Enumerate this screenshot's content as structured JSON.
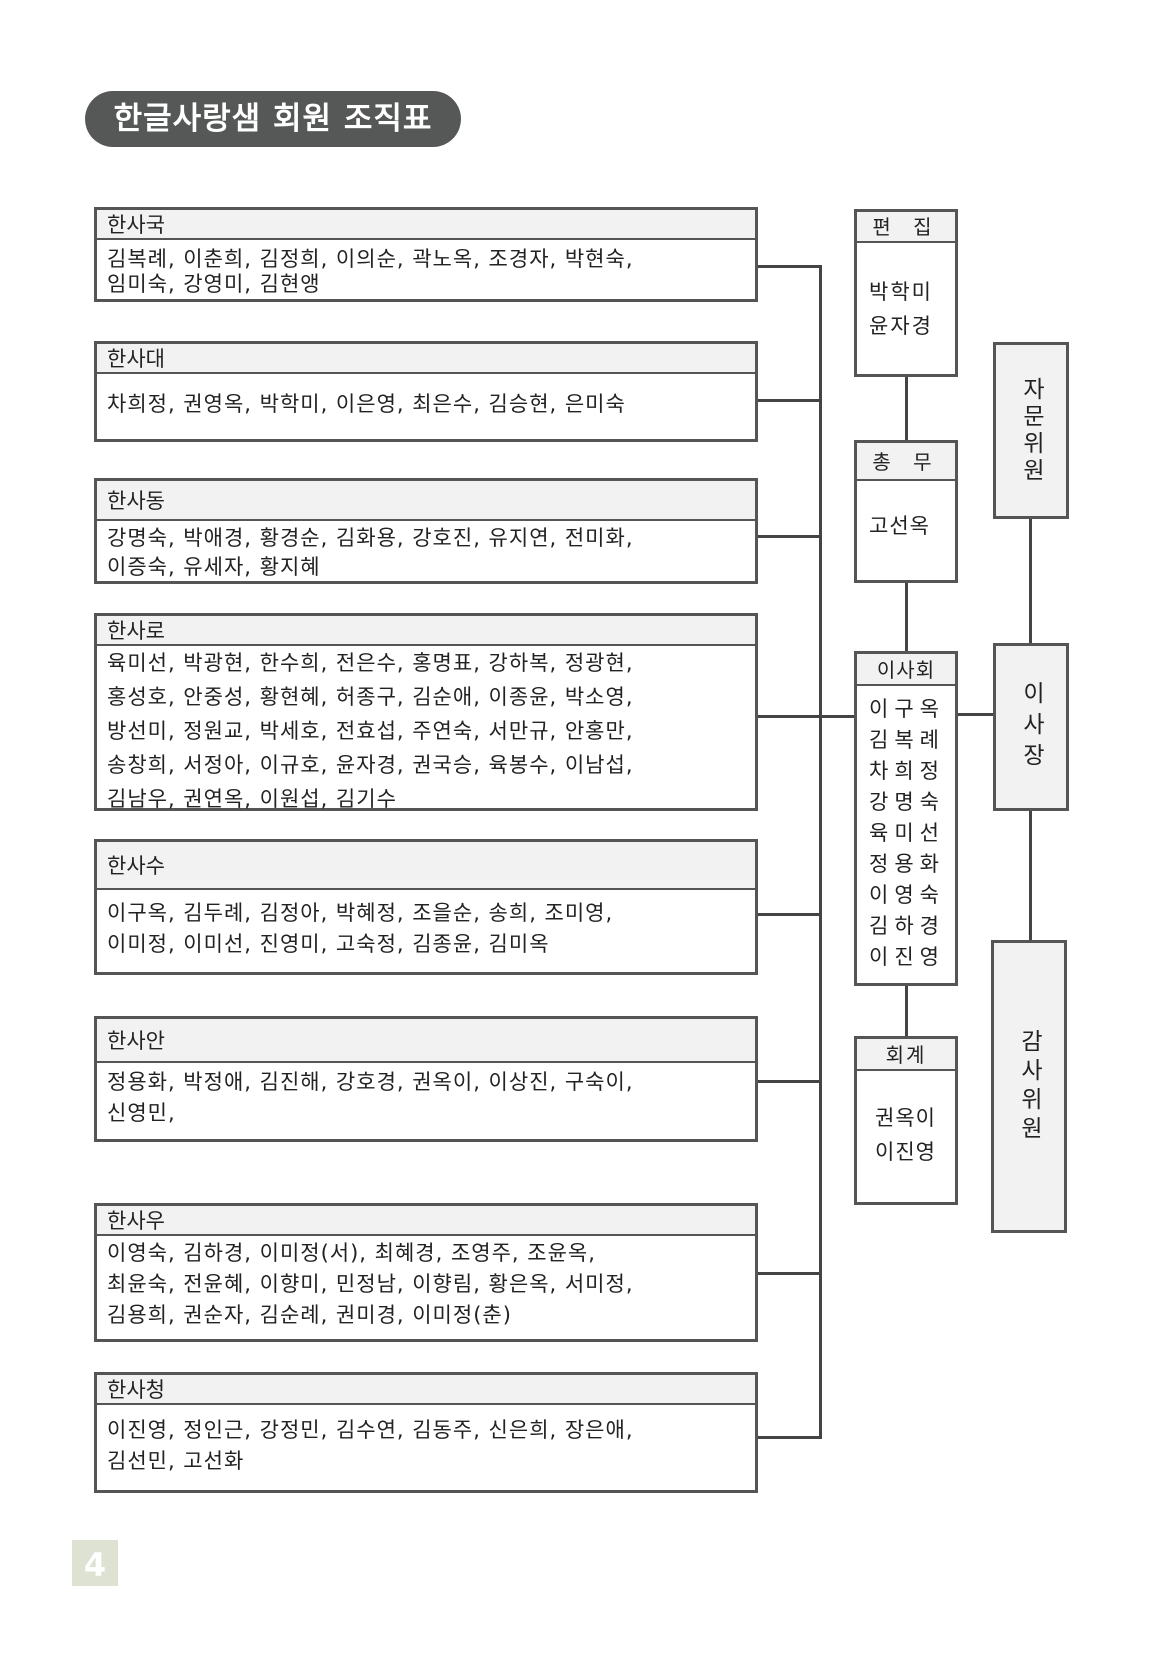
{
  "title": "한글사랑샘 회원 조직표",
  "groups": [
    {
      "name": "한사국",
      "lines": [
        "김복례, 이춘희, 김정희, 이의순, 곽노옥, 조경자, 박현숙,",
        "임미숙, 강영미, 김현앵"
      ]
    },
    {
      "name": "한사대",
      "lines": [
        "차희정, 권영옥, 박학미, 이은영,  최은수, 김승현, 은미숙"
      ]
    },
    {
      "name": "한사동",
      "lines": [
        "강명숙, 박애경, 황경순, 김화용, 강호진, 유지연, 전미화,",
        "이증숙, 유세자, 황지혜"
      ]
    },
    {
      "name": "한사로",
      "lines": [
        "육미선, 박광현, 한수희, 전은수, 홍명표, 강하복, 정광현,",
        "홍성호, 안중성, 황현혜, 허종구, 김순애, 이종윤, 박소영,",
        "방선미, 정원교, 박세호, 전효섭, 주연숙, 서만규, 안홍만,",
        "송창희, 서정아, 이규호, 윤자경, 권국승, 육봉수, 이남섭,",
        "김남우, 권연옥, 이원섭, 김기수"
      ]
    },
    {
      "name": "한사수",
      "lines": [
        "이구옥, 김두례, 김정아, 박혜정, 조을순, 송희, 조미영,",
        "이미정, 이미선, 진영미, 고숙정, 김종윤, 김미옥"
      ]
    },
    {
      "name": "한사안",
      "lines": [
        "정용화, 박정애, 김진해, 강호경, 권옥이, 이상진, 구숙이,",
        "신영민,"
      ]
    },
    {
      "name": "한사우",
      "lines": [
        "이영숙, 김하경, 이미정(서), 최혜경, 조영주, 조윤옥,",
        "최윤숙, 전윤혜, 이향미, 민정남, 이향림, 황은옥, 서미정,",
        "김용희, 권순자, 김순례, 권미경, 이미정(춘)"
      ]
    },
    {
      "name": "한사청",
      "lines": [
        "이진영, 정인근, 강정민, 김수연, 김동주, 신은희, 장은애,",
        "김선민, 고선화"
      ]
    }
  ],
  "editing": {
    "title": "편 집",
    "members": [
      "박학미",
      "윤자경"
    ]
  },
  "general": {
    "title": "총 무",
    "members": [
      "고선옥"
    ]
  },
  "board": {
    "title": "이사회",
    "members": [
      "이구옥",
      "김복례",
      "차희정",
      "강명숙",
      "육미선",
      "정용화",
      "이영숙",
      "김하경",
      "이진영"
    ]
  },
  "accounting": {
    "title": "회계",
    "members": [
      "권옥이",
      "이진영"
    ]
  },
  "advisory": "자문위원",
  "chairman": "이사장",
  "auditor": "감사위원",
  "page_number": "4"
}
